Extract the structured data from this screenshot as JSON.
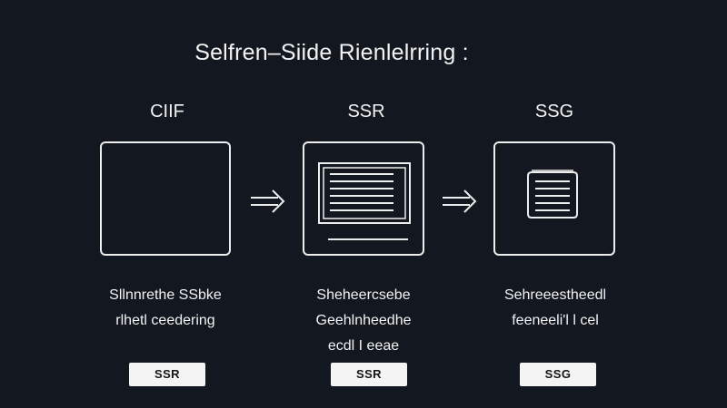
{
  "title": "Selfren–Siide Rienlelrring :",
  "columns": [
    {
      "label": "CIIF",
      "desc_lines": [
        "Sllnnrethe SSbke",
        "rlhetl ceedering"
      ],
      "tag": "SSR"
    },
    {
      "label": "SSR",
      "desc_lines": [
        "Sheheercsebe",
        "Geehlnheedhe",
        "ecdl I eeae"
      ],
      "tag": "SSR"
    },
    {
      "label": "SSG",
      "desc_lines": [
        "Sehreeestheedl",
        "feeneeli'l l cel"
      ],
      "tag": "SSG"
    }
  ],
  "colors": {
    "background": "#131820",
    "line": "#ededed",
    "text": "#f2f2f2",
    "tag_bg": "#f4f4f4",
    "tag_text": "#151515"
  },
  "icons": [
    "right-arrow-icon",
    "document-lines-icon",
    "stacked-pages-icon"
  ]
}
